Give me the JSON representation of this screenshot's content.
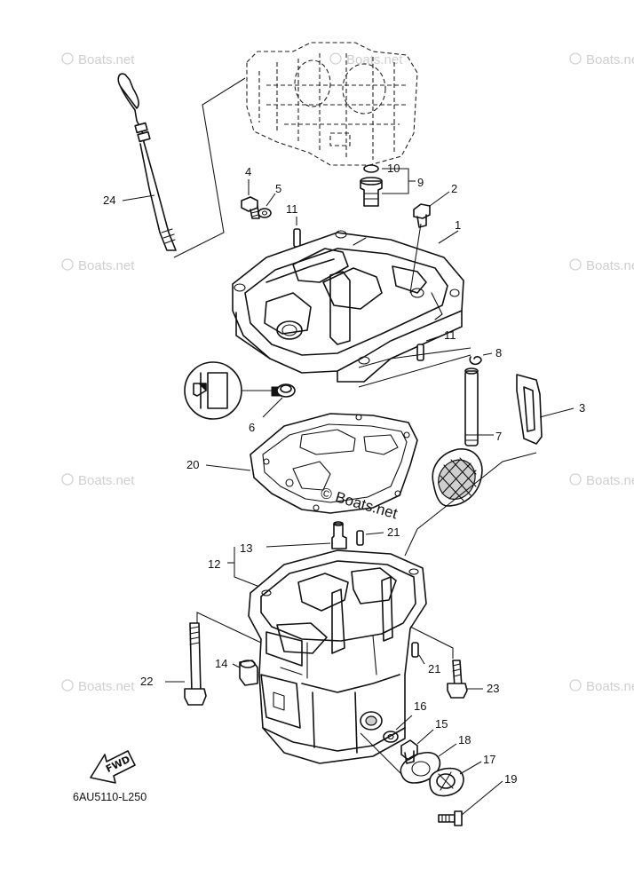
{
  "diagram": {
    "drawing_code": "6AU5110-L250",
    "center_watermark": "© Boats.net",
    "background_watermark": "Boats.net",
    "fwd_label": "FWD",
    "callouts": [
      {
        "id": "c1",
        "label": "1"
      },
      {
        "id": "c2",
        "label": "2"
      },
      {
        "id": "c3",
        "label": "3"
      },
      {
        "id": "c4",
        "label": "4"
      },
      {
        "id": "c5",
        "label": "5"
      },
      {
        "id": "c6",
        "label": "6"
      },
      {
        "id": "c7",
        "label": "7"
      },
      {
        "id": "c8",
        "label": "8"
      },
      {
        "id": "c9",
        "label": "9"
      },
      {
        "id": "c10",
        "label": "10"
      },
      {
        "id": "c11a",
        "label": "11"
      },
      {
        "id": "c11b",
        "label": "11"
      },
      {
        "id": "c12",
        "label": "12"
      },
      {
        "id": "c13",
        "label": "13"
      },
      {
        "id": "c14",
        "label": "14"
      },
      {
        "id": "c15",
        "label": "15"
      },
      {
        "id": "c16",
        "label": "16"
      },
      {
        "id": "c17",
        "label": "17"
      },
      {
        "id": "c18",
        "label": "18"
      },
      {
        "id": "c19",
        "label": "19"
      },
      {
        "id": "c20",
        "label": "20"
      },
      {
        "id": "c21a",
        "label": "21"
      },
      {
        "id": "c21b",
        "label": "21"
      },
      {
        "id": "c22",
        "label": "22"
      },
      {
        "id": "c23",
        "label": "23"
      },
      {
        "id": "c24",
        "label": "24"
      }
    ]
  }
}
